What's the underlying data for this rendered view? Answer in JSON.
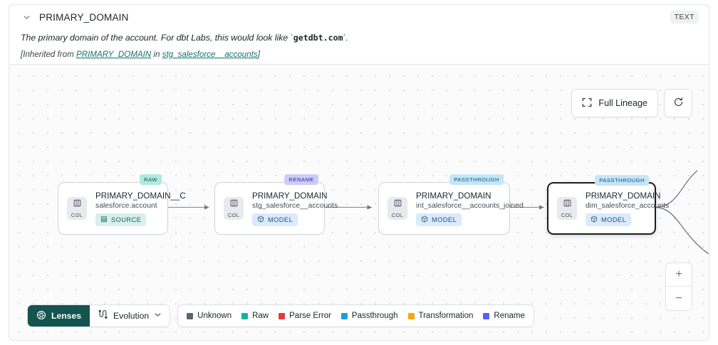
{
  "header": {
    "collapse_icon": "chevron-down-icon",
    "title": "PRIMARY_DOMAIN",
    "type_badge": "TEXT",
    "description_prefix": "The primary domain of the account. For dbt Labs, this would look like `",
    "description_code": "getdbt.com",
    "description_suffix": "`.",
    "inherited_open": "[Inherited from ",
    "inherited_link_column": "PRIMARY_DOMAIN",
    "inherited_mid": " in ",
    "inherited_link_model": "stg_salesforce__accounts",
    "inherited_close": "]"
  },
  "toolbar": {
    "full_lineage_label": "Full Lineage",
    "full_lineage_icon": "expand-corners-icon",
    "refresh_icon": "refresh-icon"
  },
  "zoom_controls": {
    "zoom_in_label": "+",
    "zoom_out_label": "−"
  },
  "lineage": {
    "nodes": [
      {
        "tag": "RAW",
        "tag_class": "tag-raw",
        "chip_label": "COL",
        "chip_icon": "column-icon",
        "title": "PRIMARY_DOMAIN__C",
        "subtitle": "salesforce.account",
        "pill_label": "SOURCE",
        "pill_icon": "database-icon",
        "pill_class": "source",
        "selected": false
      },
      {
        "tag": "RENAME",
        "tag_class": "tag-rename",
        "chip_label": "COL",
        "chip_icon": "column-icon",
        "title": "PRIMARY_DOMAIN",
        "subtitle": "stg_salesforce__accounts",
        "pill_label": "MODEL",
        "pill_icon": "cube-icon",
        "pill_class": "model",
        "selected": false
      },
      {
        "tag": "PASSTHROUGH",
        "tag_class": "tag-passthrough",
        "chip_label": "COL",
        "chip_icon": "column-icon",
        "title": "PRIMARY_DOMAIN",
        "subtitle": "int_salesforce__accounts_joined",
        "pill_label": "MODEL",
        "pill_icon": "cube-icon",
        "pill_class": "model",
        "selected": false
      },
      {
        "tag": "PASSTHROUGH",
        "tag_class": "tag-passthrough",
        "chip_label": "COL",
        "chip_icon": "column-icon",
        "title": "PRIMARY_DOMAIN",
        "subtitle": "dim_salesforce_accounts",
        "pill_label": "MODEL",
        "pill_icon": "cube-icon",
        "pill_class": "model",
        "selected": true
      }
    ]
  },
  "bottom_bar": {
    "lenses_label": "Lenses",
    "lenses_icon": "lens-aperture-icon",
    "evolution_label": "Evolution",
    "evolution_icon": "evolution-flow-icon",
    "evolution_caret_icon": "chevron-down-icon",
    "legend": [
      {
        "label": "Unknown",
        "color": "#5d6470"
      },
      {
        "label": "Raw",
        "color": "#12b2a0"
      },
      {
        "label": "Parse Error",
        "color": "#e5383b"
      },
      {
        "label": "Passthrough",
        "color": "#1ba0e0"
      },
      {
        "label": "Transformation",
        "color": "#f4a611"
      },
      {
        "label": "Rename",
        "color": "#5d5fef"
      }
    ]
  }
}
